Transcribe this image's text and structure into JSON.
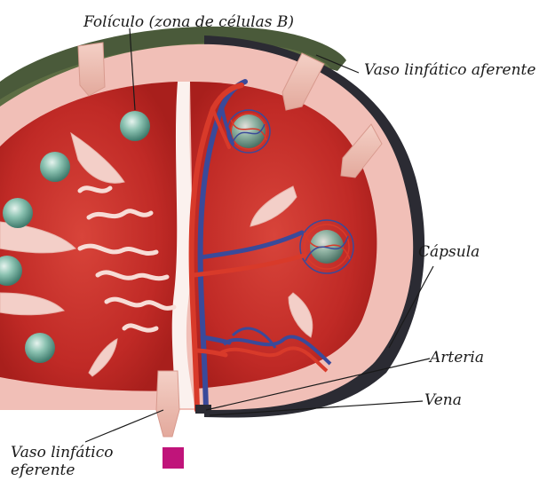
{
  "labels": {
    "follicle": "Folículo (zona de células B)",
    "afferent": "Vaso linfático aferente",
    "capsule": "Cápsula",
    "artery": "Arteria",
    "vein": "Vena",
    "efferent_line1": "Vaso linfático",
    "efferent_line2": "eferente"
  },
  "colors": {
    "capsule": "#f0b8b2",
    "tissue": "#c8302c",
    "outer_band": "#2e4a3a",
    "follicle": "#7fb8a8",
    "artery": "#d83a2a",
    "vein": "#3a4a9a",
    "marker": "#c0147a"
  }
}
